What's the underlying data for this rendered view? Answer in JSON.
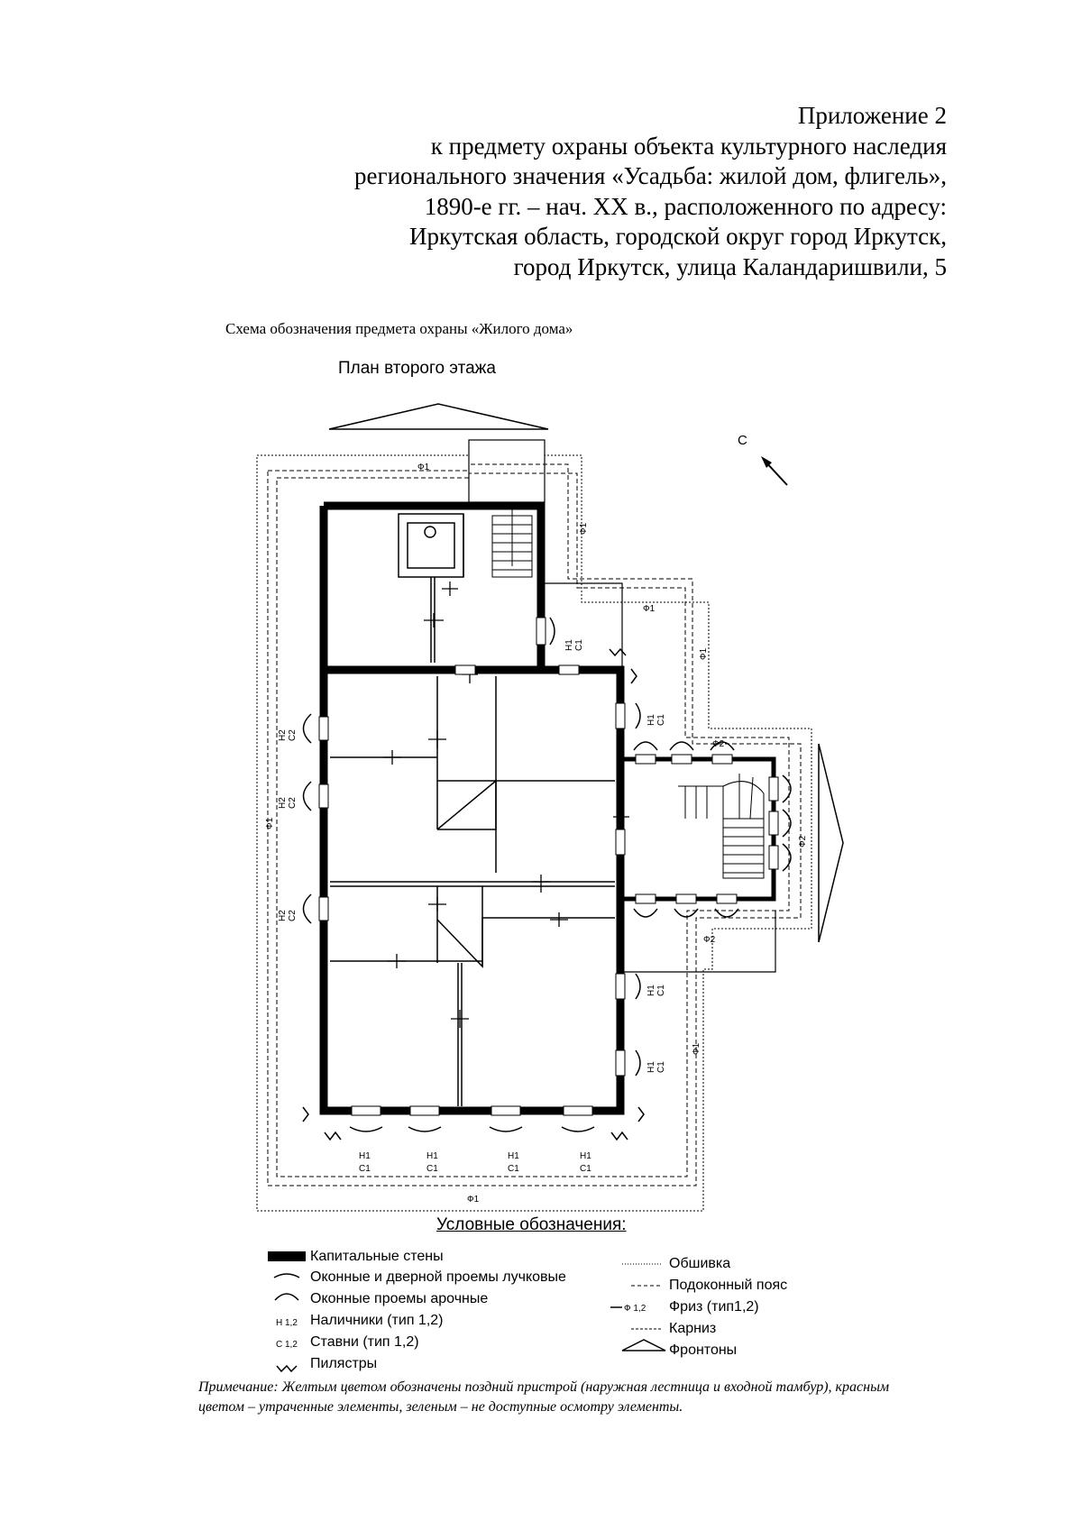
{
  "header": {
    "lines": [
      "Приложение 2",
      "к предмету охраны объекта культурного наследия",
      "регионального значения «Усадьба: жилой дом, флигель»,",
      "1890-е гг. – нач. XX в., расположенного по адресу:",
      "Иркутская область, городской округ город Иркутск,",
      "город Иркутск, улица Каландаришвили, 5"
    ]
  },
  "scheme_title": "Схема обозначения предмета охраны  «Жилого дома»",
  "plan_title": "План второго этажа",
  "north_label": "С",
  "plan_labels": {
    "f1": "Ф1",
    "f2": "Ф2",
    "h1": "Н1",
    "c1": "С1",
    "h2": "Н2",
    "c2": "С2"
  },
  "legend": {
    "title": "Условные обозначения:",
    "items_left": [
      {
        "symbol": "thick-bar",
        "label": "Капитальные стены"
      },
      {
        "symbol": "flat-arc",
        "label": "Оконные и дверной проемы лучковые"
      },
      {
        "symbol": "round-arc",
        "label": "Оконные проемы арочные"
      },
      {
        "symbol": "text",
        "symbol_text": "Н 1,2",
        "label": "Наличники (тип 1,2)"
      },
      {
        "symbol": "text",
        "symbol_text": "С 1,2",
        "label": "Ставни (тип 1,2)"
      },
      {
        "symbol": "zigzag",
        "label": "Пилястры"
      }
    ],
    "items_right": [
      {
        "symbol": "dotted",
        "label": "Обшивка"
      },
      {
        "symbol": "dashed",
        "label": "Подоконный пояс"
      },
      {
        "symbol": "frieze",
        "symbol_text": "Ф 1,2",
        "label": "Фриз (тип1,2)"
      },
      {
        "symbol": "dash-dot",
        "label": "Карниз"
      },
      {
        "symbol": "triangle",
        "label": "Фронтоны"
      }
    ]
  },
  "note": "Примечание: Желтым цветом обозначены поздний пристрой (наружная лестница и входной тамбур), красным цветом – утраченные элементы, зеленым – не доступные осмотру элементы."
}
